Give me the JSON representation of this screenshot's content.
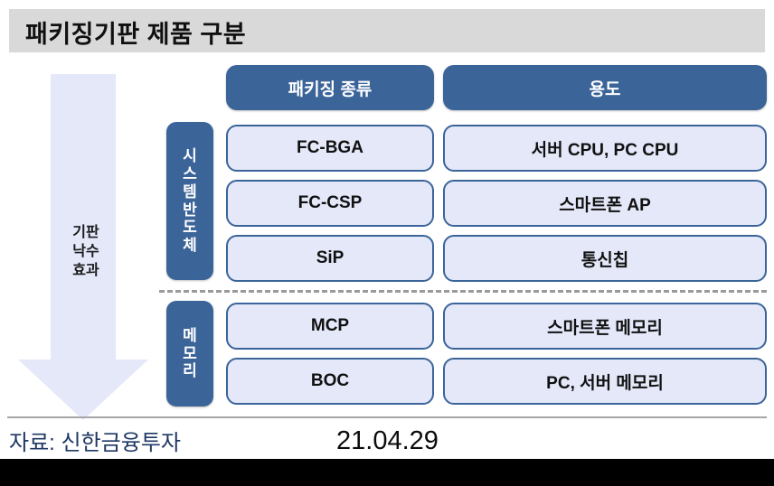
{
  "header": {
    "title": "패키징기판 제품 구분"
  },
  "arrow": {
    "label_lines": [
      "기판",
      "낙수",
      "효과"
    ],
    "direction": "down",
    "fill_color": "#e4e8f9"
  },
  "table": {
    "columns": [
      {
        "id": "kind",
        "label": "패키징 종류"
      },
      {
        "id": "use",
        "label": "용도"
      }
    ],
    "groups": [
      {
        "id": "system",
        "label_chars": [
          "시",
          "스",
          "템",
          "반",
          "도",
          "체"
        ],
        "rows": [
          {
            "kind": "FC-BGA",
            "use": "서버  CPU, PC CPU"
          },
          {
            "kind": "FC-CSP",
            "use": "스마트폰  AP"
          },
          {
            "kind": "SiP",
            "use": "통신칩"
          }
        ]
      },
      {
        "id": "memory",
        "label_chars": [
          "메",
          "모",
          "리"
        ],
        "rows": [
          {
            "kind": "MCP",
            "use": "스마트폰  메모리"
          },
          {
            "kind": "BOC",
            "use": "PC, 서버  메모리"
          }
        ]
      }
    ]
  },
  "footer": {
    "source": "자료: 신한금융투자",
    "date": "21.04.29"
  },
  "colors": {
    "header_band": "#d9d9d9",
    "accent_blue": "#3b6499",
    "cell_fill": "#e4e8f9",
    "source_text": "#1f3864"
  }
}
